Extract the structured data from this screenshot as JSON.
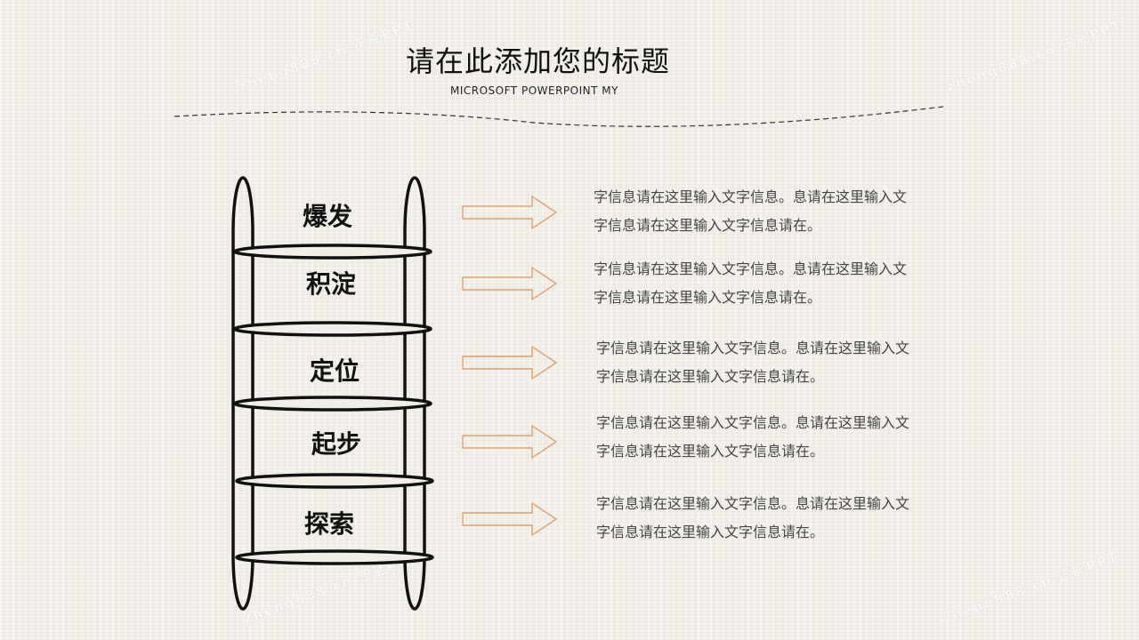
{
  "watermark_text": "zheng888.cn 正能PPT",
  "title": "请在此添加您的标题",
  "subtitle": "MICROSOFT POWERPOINT MY",
  "steps": [
    {
      "label": "爆发",
      "line1": "字信息请在这里输入文字信息。息请在这里输入文",
      "line2": "字信息请在这里输入文字信息请在。"
    },
    {
      "label": "积淀",
      "line1": "字信息请在这里输入文字信息。息请在这里输入文",
      "line2": "字信息请在这里输入文字信息请在。"
    },
    {
      "label": "定位",
      "line1": "字信息请在这里输入文字信息。息请在这里输入文",
      "line2": "字信息请在这里输入文字信息请在。"
    },
    {
      "label": "起步",
      "line1": "字信息请在这里输入文字信息。息请在这里输入文",
      "line2": "字信息请在这里输入文字信息请在。"
    },
    {
      "label": "探索",
      "line1": "字信息请在这里输入文字信息。息请在这里输入文",
      "line2": "字信息请在这里输入文字信息请在。"
    }
  ],
  "colors": {
    "arrow": "#e0a070",
    "ladder": "#111111",
    "text": "#444444"
  },
  "icons": {
    "ladder": "ladder-icon",
    "arrow": "arrow-right-icon"
  }
}
